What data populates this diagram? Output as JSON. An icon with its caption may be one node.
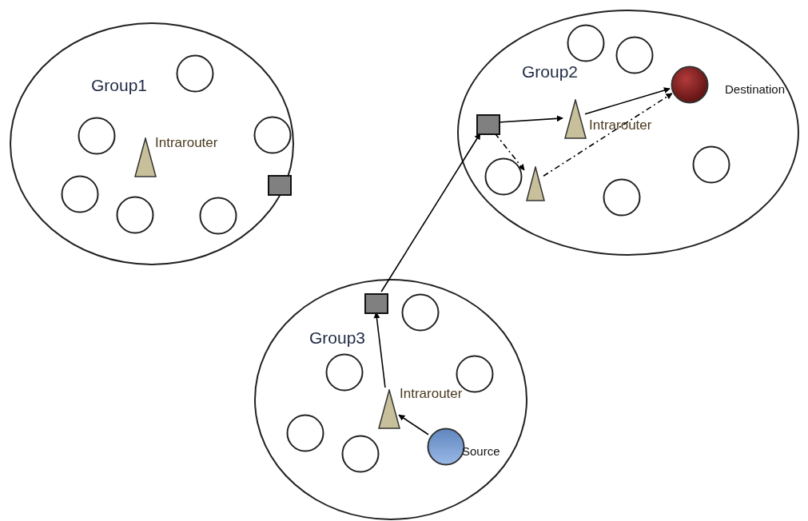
{
  "diagram": {
    "nodes": [
      {
        "text": [
          "Group1"
        ]
      },
      {
        "text": [
          "Group2"
        ]
      },
      {
        "text": [
          "Group3"
        ]
      },
      {
        "text": [],
        "shape": "circle",
        "in": 0
      },
      {
        "text": [],
        "shape": "circle",
        "in": 0
      },
      {
        "text": [],
        "shape": "circle",
        "in": 0
      },
      {
        "text": [],
        "shape": "triangle",
        "in": 0,
        "beside": [
          "Intrarouter"
        ]
      },
      {
        "text": [],
        "shape": "box",
        "in": 0
      },
      {
        "text": [],
        "shape": "circle",
        "in": 0
      },
      {
        "text": [],
        "shape": "circle",
        "in": 0
      },
      {
        "text": [],
        "shape": "circle",
        "in": 0
      },
      {
        "text": [],
        "shape": "circle",
        "in": 1
      },
      {
        "text": [],
        "shape": "circle",
        "in": 1
      },
      {
        "text": [],
        "shape": "circle",
        "in": 1,
        "beside": [
          "Destination"
        ]
      },
      {
        "text": [],
        "shape": "box",
        "in": 1
      },
      {
        "text": [],
        "shape": "triangle",
        "in": 1,
        "beside": [
          "Intrarouter"
        ]
      },
      {
        "text": [],
        "shape": "circle",
        "in": 1
      },
      {
        "text": [],
        "shape": "circle",
        "in": 1
      },
      {
        "text": [],
        "shape": "triangle",
        "in": 1
      },
      {
        "text": [],
        "shape": "circle",
        "in": 1
      },
      {
        "text": [],
        "shape": "box",
        "in": 2
      },
      {
        "text": [],
        "shape": "circle",
        "in": 2
      },
      {
        "text": [],
        "shape": "circle",
        "in": 2
      },
      {
        "text": [],
        "shape": "circle",
        "in": 2
      },
      {
        "text": [],
        "shape": "triangle",
        "in": 2,
        "beside": [
          "Intrarouter"
        ]
      },
      {
        "text": [],
        "shape": "circle",
        "in": 2
      },
      {
        "text": [],
        "shape": "circle",
        "in": 2,
        "beside": [
          "Source"
        ]
      },
      {
        "text": [],
        "shape": "circle",
        "in": 2
      }
    ],
    "edges": [
      {
        "from": 26,
        "to": 24,
        "arrow": "to"
      },
      {
        "from": 24,
        "to": 20,
        "arrow": "to"
      },
      {
        "from": 20,
        "to": 14,
        "arrow": "to"
      },
      {
        "from": 14,
        "to": 15,
        "arrow": "to"
      },
      {
        "from": 15,
        "to": 13,
        "arrow": "to"
      },
      {
        "from": 14,
        "to": 18,
        "arrow": "to",
        "style": "dashed"
      },
      {
        "from": 18,
        "to": 13,
        "arrow": "to",
        "style": "dashed"
      }
    ]
  }
}
